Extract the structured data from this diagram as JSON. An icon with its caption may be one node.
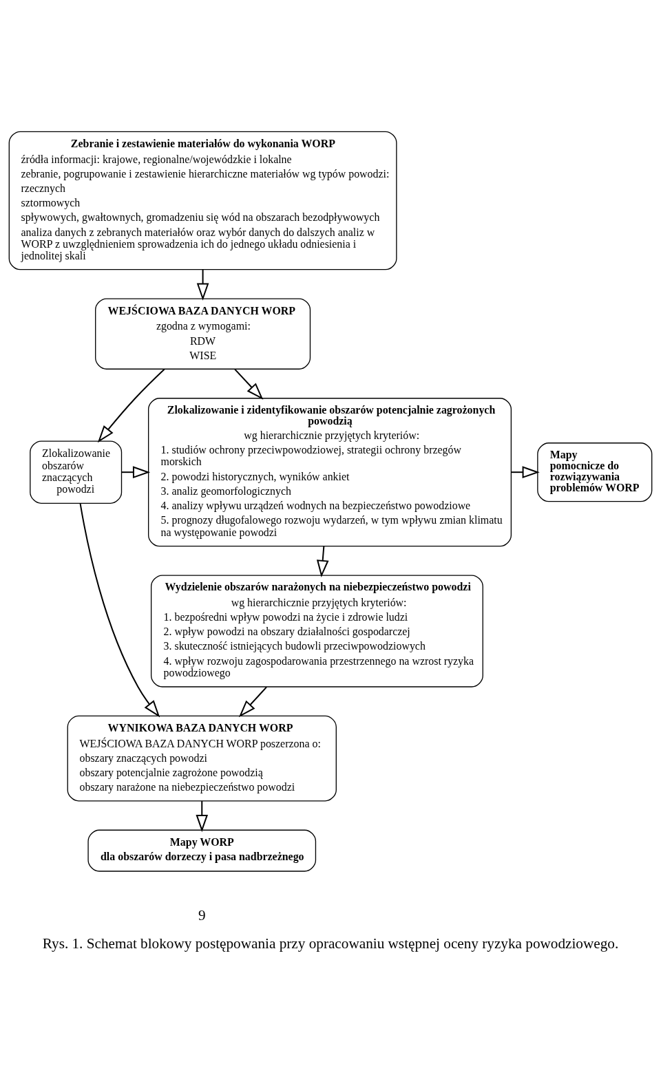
{
  "diagram": {
    "caption": "Rys. 1. Schemat blokowy postępowania przy opracowaniu wstępnej oceny ryzyka powodziowego.",
    "nodes": [
      {
        "text": [
          "Zebranie i zestawienie materiałów do wykonania WORP",
          "źródła informacji: krajowe, regionalne/wojewódzkie i lokalne",
          "zebranie, pogrupowanie i zestawienie hierarchiczne materiałów wg typów powodzi:",
          "rzecznych",
          "sztormowych",
          "spływowych, gwałtownych, gromadzeniu się wód na obszarach bezodpływowych",
          "analiza danych z zebranych materiałów oraz wybór danych do dalszych analiz w WORP z uwzględnieniem sprowadzenia ich do jednego układu odniesienia i jednolitej skali"
        ]
      },
      {
        "text": [
          "WEJŚCIOWA BAZA DANYCH WORP",
          "zgodna z wymogami:",
          "RDW",
          "WISE"
        ]
      },
      {
        "text": [
          "Zlokalizowanie obszarów znaczących powodzi"
        ]
      },
      {
        "text": [
          "Zlokalizowanie i zidentyfikowanie obszarów potencjalnie zagrożonych powodzią",
          "wg hierarchicznie przyjętych kryteriów:",
          "1. studiów ochrony przeciwpowodziowej, strategii ochrony brzegów morskich",
          "2. powodzi historycznych, wyników ankiet",
          "3. analiz geomorfologicznych",
          "4. analizy wpływu urządzeń wodnych na bezpieczeństwo powodziowe",
          "5. prognozy długofalowego rozwoju wydarzeń, w tym wpływu zmian klimatu na występowanie powodzi"
        ]
      },
      {
        "text": [
          "Mapy pomocnicze do rozwiązywania problemów WORP"
        ]
      },
      {
        "text": [
          "Wydzielenie obszarów narażonych na niebezpieczeństwo powodzi",
          "wg hierarchicznie przyjętych kryteriów:",
          "1. bezpośredni wpływ powodzi na życie i zdrowie ludzi",
          "2. wpływ powodzi na obszary działalności gospodarczej",
          "3. skuteczność istniejących budowli przeciwpowodziowych",
          "4. wpływ rozwoju zagospodarowania przestrzennego na wzrost ryzyka powodziowego"
        ]
      },
      {
        "text": [
          "WYNIKOWA BAZA DANYCH WORP",
          "WEJŚCIOWA BAZA DANYCH WORP poszerzona o:",
          "obszary znaczących powodzi",
          "obszary potencjalnie zagrożone powodzią",
          "obszary narażone na niebezpieczeństwo powodzi"
        ]
      },
      {
        "text": [
          "Mapy WORP",
          "dla obszarów dorzeczy i pasa nadbrzeżnego"
        ]
      }
    ],
    "edges": [
      {
        "from": 0,
        "to": 1,
        "arrow": "to"
      },
      {
        "from": 1,
        "to": 2,
        "arrow": "to"
      },
      {
        "from": 1,
        "to": 3,
        "arrow": "to"
      },
      {
        "from": 2,
        "to": 3,
        "arrow": "to"
      },
      {
        "from": 3,
        "to": 4,
        "arrow": "to"
      },
      {
        "from": 3,
        "to": 5,
        "arrow": "to"
      },
      {
        "from": 5,
        "to": 6,
        "arrow": "to"
      },
      {
        "from": 2,
        "to": 6,
        "arrow": "to"
      },
      {
        "from": 6,
        "to": 7,
        "arrow": "to"
      }
    ],
    "labels": [
      "9"
    ]
  }
}
